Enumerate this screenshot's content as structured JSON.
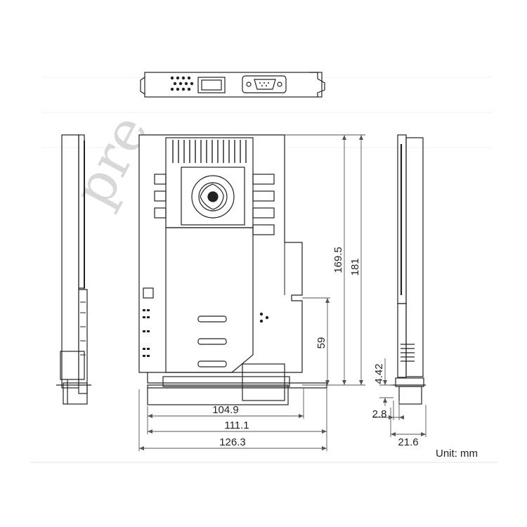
{
  "watermark": "pre",
  "unit_label": "Unit: mm",
  "dimensions": {
    "length_104_9": "104.9",
    "length_111_1": "111.1",
    "length_126_3": "126.3",
    "height_169_5": "169.5",
    "height_181": "181",
    "height_59": "59",
    "side_4_42": "4.42",
    "side_2_8": "2.8",
    "side_21_6": "21.6"
  }
}
